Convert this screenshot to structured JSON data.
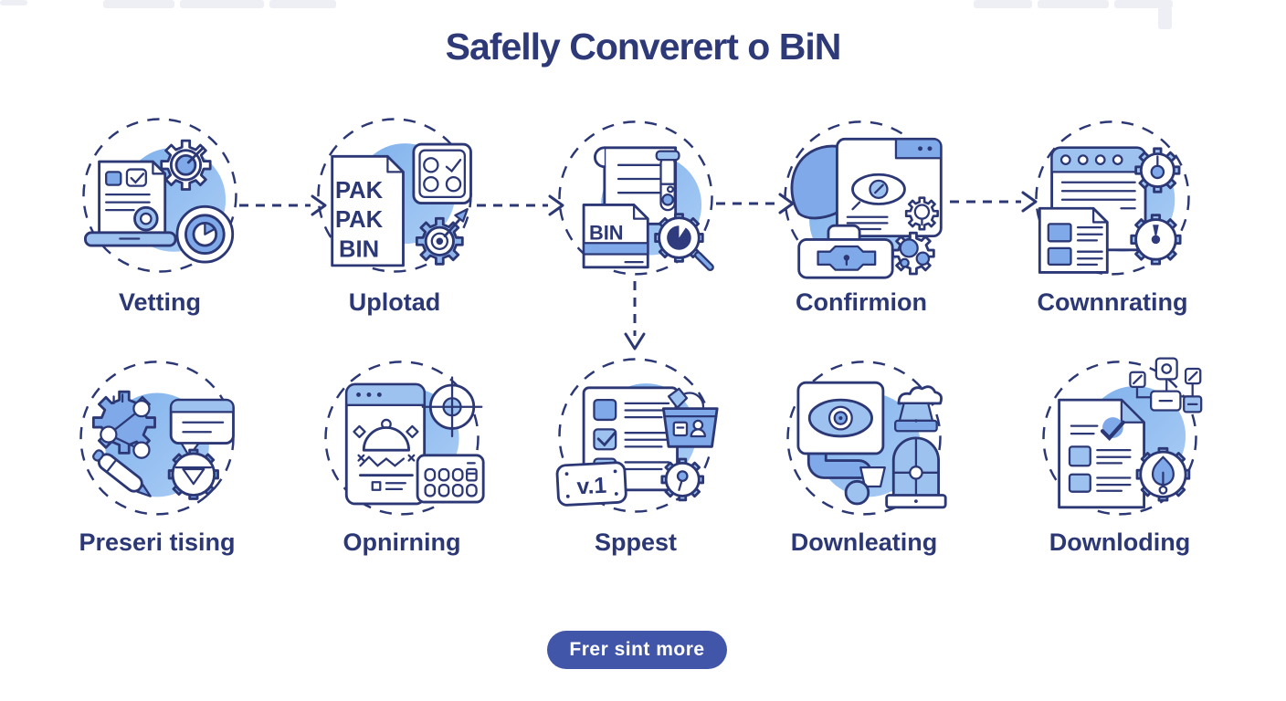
{
  "title": "Safelly Converert o BiN",
  "steps": [
    {
      "id": "vetting",
      "label": "Vetting"
    },
    {
      "id": "upload",
      "label": "Uplotad"
    },
    {
      "id": "convert",
      "label": ""
    },
    {
      "id": "confirmation",
      "label": "Confirmion"
    },
    {
      "id": "rating",
      "label": "Cownnrating"
    },
    {
      "id": "advertising",
      "label": "Preseri tising"
    },
    {
      "id": "opening",
      "label": "Opnirning"
    },
    {
      "id": "suggest",
      "label": "Sppest"
    },
    {
      "id": "monitoring",
      "label": "Downleating"
    },
    {
      "id": "downloading",
      "label": "Downloding"
    }
  ],
  "icon_texts": {
    "pak1": "PAK",
    "pak2": "PAK",
    "pak3": "BIN",
    "bin_file": "BIN",
    "version_badge": "v.1"
  },
  "cta": {
    "label": "Frer sint more"
  },
  "colors": {
    "navy": "#2c3875",
    "title_navy": "#2e3a78",
    "button_blue": "#4156a8",
    "mid_blue": "#7fa9e8",
    "pale_blue": "#9ec2f0",
    "blob_blue": "#8fbcee"
  }
}
